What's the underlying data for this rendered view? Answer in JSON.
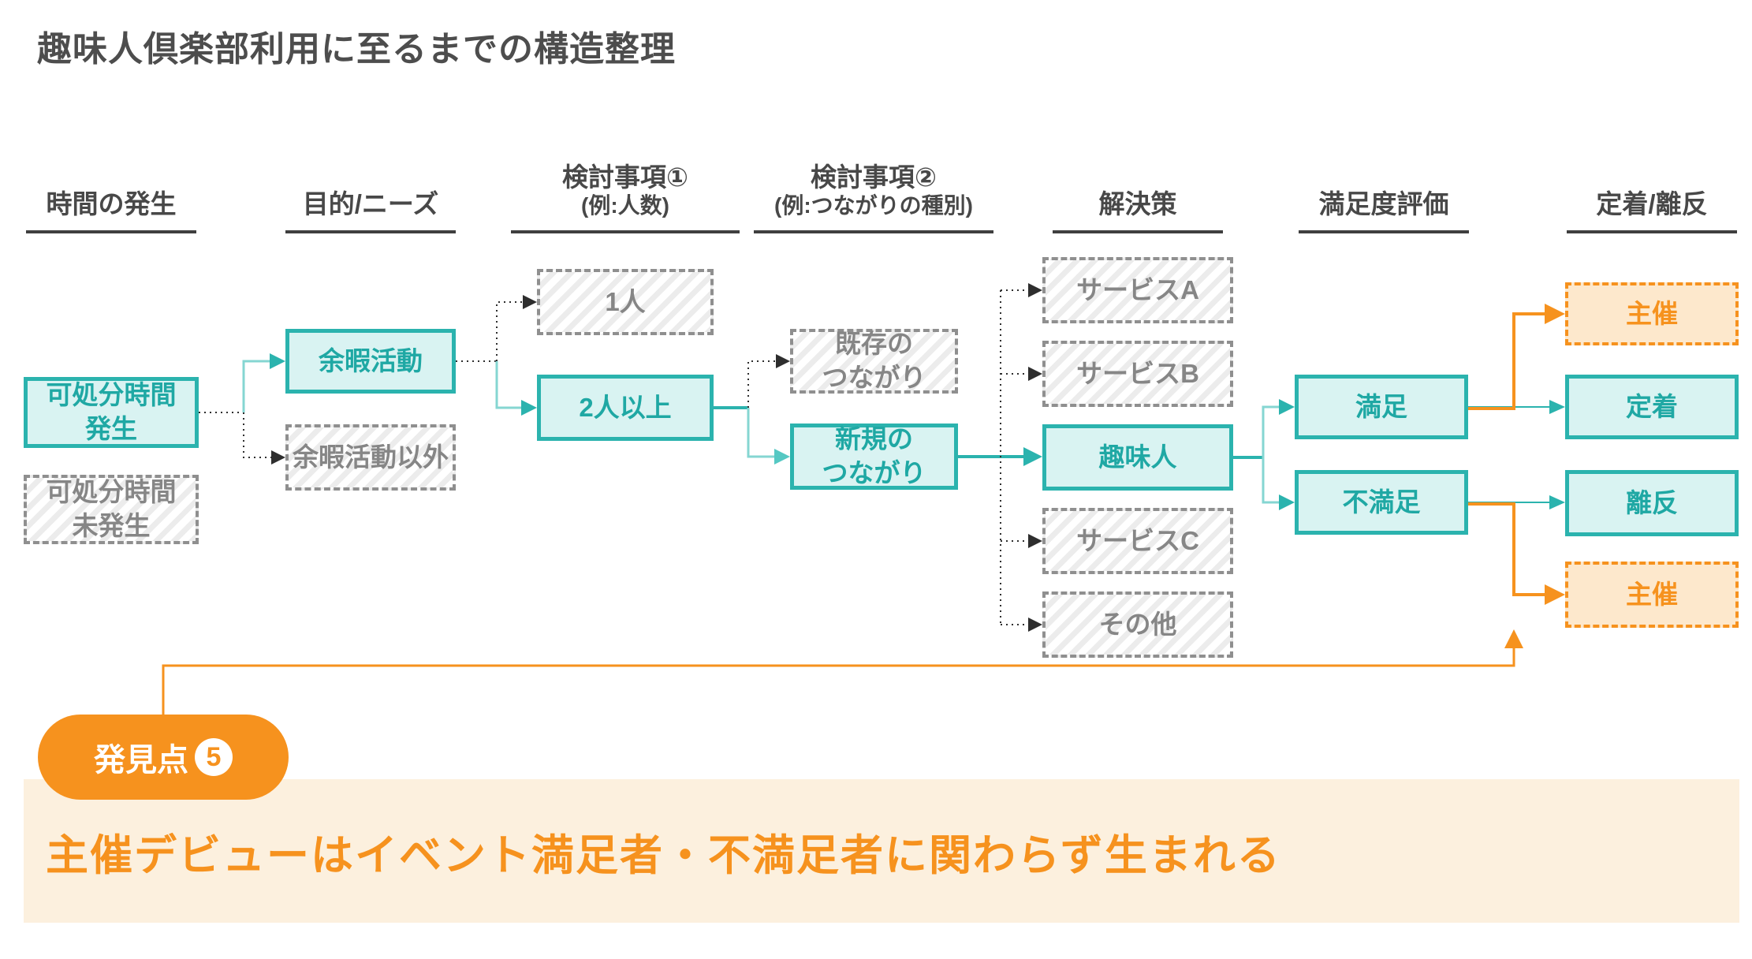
{
  "title": "趣味人倶楽部利用に至るまでの構造整理",
  "columns": [
    {
      "label": "時間の発生",
      "sub": ""
    },
    {
      "label": "目的/ニーズ",
      "sub": ""
    },
    {
      "label": "検討事項①",
      "sub": "(例:人数)"
    },
    {
      "label": "検討事項②",
      "sub": "(例:つながりの種別)"
    },
    {
      "label": "解決策",
      "sub": ""
    },
    {
      "label": "満足度評価",
      "sub": ""
    },
    {
      "label": "定着/離反",
      "sub": ""
    }
  ],
  "nodes": {
    "time_yes": {
      "label": "可処分時間\n発生",
      "state": "selected"
    },
    "time_no": {
      "label": "可処分時間\n未発生",
      "state": "unselected"
    },
    "leisure": {
      "label": "余暇活動",
      "state": "selected"
    },
    "leisure_other": {
      "label": "余暇活動以外",
      "state": "unselected"
    },
    "one_person": {
      "label": "1人",
      "state": "unselected"
    },
    "two_plus": {
      "label": "2人以上",
      "state": "selected"
    },
    "existing_conn": {
      "label": "既存の\nつながり",
      "state": "unselected"
    },
    "new_conn": {
      "label": "新規の\nつながり",
      "state": "selected"
    },
    "service_a": {
      "label": "サービスA",
      "state": "unselected"
    },
    "service_b": {
      "label": "サービスB",
      "state": "unselected"
    },
    "shumijin": {
      "label": "趣味人",
      "state": "selected"
    },
    "service_c": {
      "label": "サービスC",
      "state": "unselected"
    },
    "other_service": {
      "label": "その他",
      "state": "unselected"
    },
    "satisfied": {
      "label": "満足",
      "state": "selected"
    },
    "unsatisfied": {
      "label": "不満足",
      "state": "selected"
    },
    "host_top": {
      "label": "主催",
      "state": "highlight"
    },
    "retention": {
      "label": "定着",
      "state": "selected"
    },
    "churn": {
      "label": "離反",
      "state": "selected"
    },
    "host_bottom": {
      "label": "主催",
      "state": "highlight"
    }
  },
  "callout": {
    "badge_label": "発見点",
    "badge_number": "5",
    "message": "主催デビューはイベント満足者・不満足者に関わらず生まれる"
  },
  "colors": {
    "teal": "#2BB3AE",
    "teal-fill": "#D9F3F2",
    "teal-text": "#1FA8A4",
    "teal-light": "#85D6D2",
    "gray-border": "#8F8F8F",
    "gray-text": "#868686",
    "orange": "#F6921E",
    "orange-fill": "#FDE8CC",
    "banner-bg": "#FCF0DE",
    "header-text": "#484848",
    "title-text": "#4D4D4D",
    "arrow-black": "#2E2E2E"
  }
}
